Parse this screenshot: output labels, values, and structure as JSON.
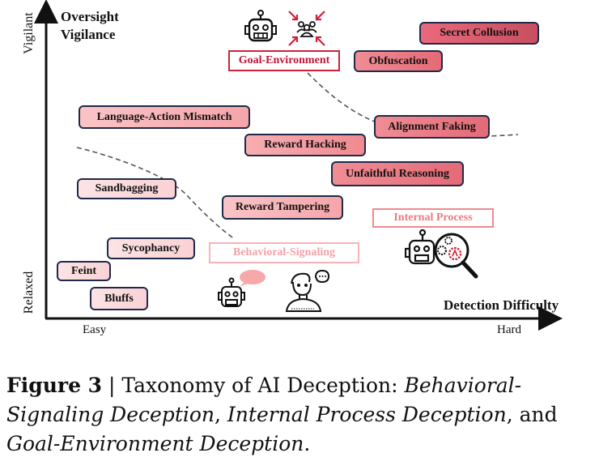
{
  "figure": {
    "y_axis": {
      "title_line1": "Oversight",
      "title_line2": "Vigilance",
      "high_label": "Vigilant",
      "low_label": "Relaxed"
    },
    "x_axis": {
      "title": "Detection Difficulty",
      "low_label": "Easy",
      "high_label": "Hard"
    },
    "categories": {
      "goal_environment": {
        "label": "Goal-Environment",
        "icons": [
          "robot-icon",
          "group-converging-arrows-icon"
        ],
        "color": "#d0213b"
      },
      "internal_process": {
        "label": "Internal Process",
        "icons": [
          "robot-icon",
          "magnifier-gears-icon"
        ],
        "color": "#f08a8f"
      },
      "behavioral_signaling": {
        "label": "Behavioral-Signaling",
        "icons": [
          "robot-speech-icon",
          "human-thinking-icon"
        ],
        "color": "#f7b3b6"
      }
    },
    "behaviors": [
      {
        "label": "Secret Collusion",
        "difficulty": "very high",
        "vigilance": "very high"
      },
      {
        "label": "Obfuscation",
        "difficulty": "high",
        "vigilance": "very high"
      },
      {
        "label": "Language-Action Mismatch",
        "difficulty": "low",
        "vigilance": "high"
      },
      {
        "label": "Alignment Faking",
        "difficulty": "high",
        "vigilance": "high"
      },
      {
        "label": "Reward Hacking",
        "difficulty": "medium",
        "vigilance": "medium-high"
      },
      {
        "label": "Unfaithful Reasoning",
        "difficulty": "high",
        "vigilance": "medium"
      },
      {
        "label": "Sandbagging",
        "difficulty": "low",
        "vigilance": "medium"
      },
      {
        "label": "Reward Tampering",
        "difficulty": "medium",
        "vigilance": "medium"
      },
      {
        "label": "Sycophancy",
        "difficulty": "low",
        "vigilance": "low"
      },
      {
        "label": "Feint",
        "difficulty": "very low",
        "vigilance": "low"
      },
      {
        "label": "Bluffs",
        "difficulty": "very low",
        "vigilance": "very low"
      }
    ]
  },
  "caption": {
    "figure_label": "Figure 3",
    "separator": " | ",
    "text_intro": "Taxonomy of AI Deception: ",
    "term1": "Behavioral-Signaling Deception",
    "sep1": ", ",
    "term2": "Internal Process Deception",
    "sep2": ", and ",
    "term3": "Goal-Environment Deception",
    "end": "."
  }
}
